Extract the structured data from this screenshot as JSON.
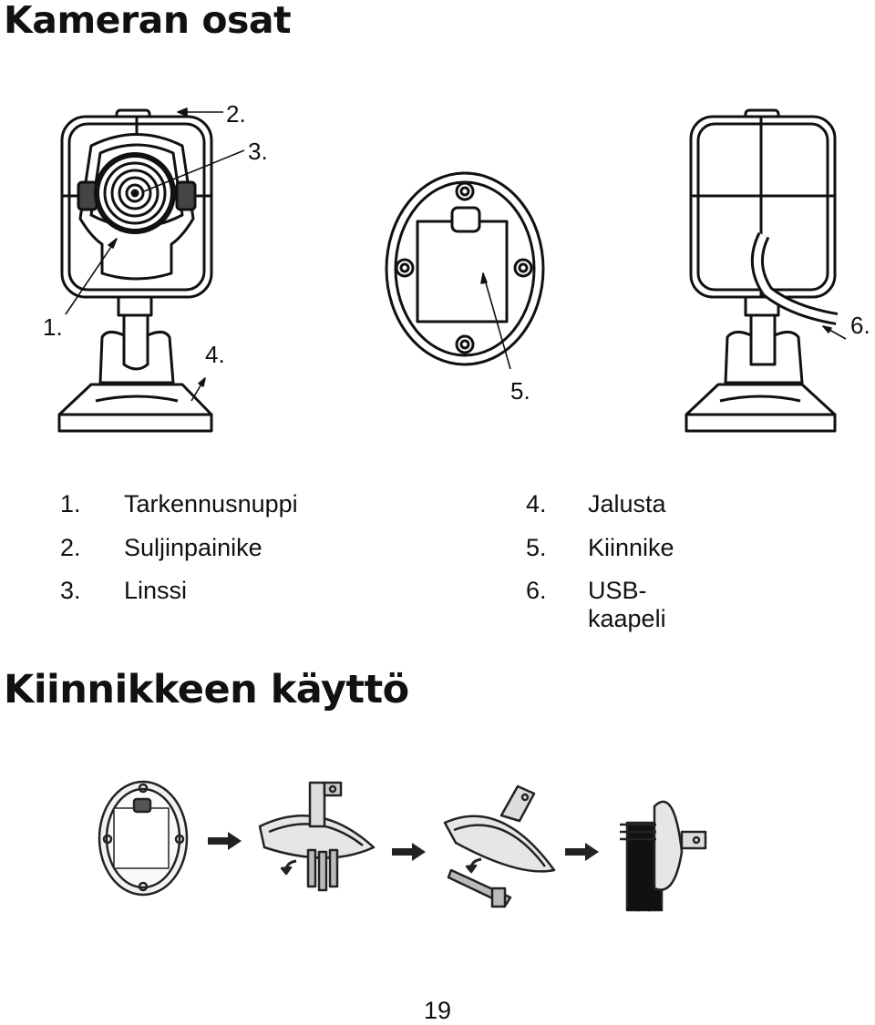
{
  "headings": {
    "parts": "Kameran osat",
    "usage": "Kiinnikkeen käyttö"
  },
  "figure_callouts": [
    "1.",
    "2.",
    "3.",
    "4.",
    "5.",
    "6."
  ],
  "legend": [
    {
      "num": "1.",
      "text": "Tarkennusnuppi"
    },
    {
      "num": "2.",
      "text": "Suljinpainike"
    },
    {
      "num": "3.",
      "text": "Linssi"
    },
    {
      "num": "4.",
      "text": "Jalusta"
    },
    {
      "num": "5.",
      "text": "Kiinnike"
    },
    {
      "num": "6.",
      "text": "USB-kaapeli"
    }
  ],
  "page_number": "19"
}
